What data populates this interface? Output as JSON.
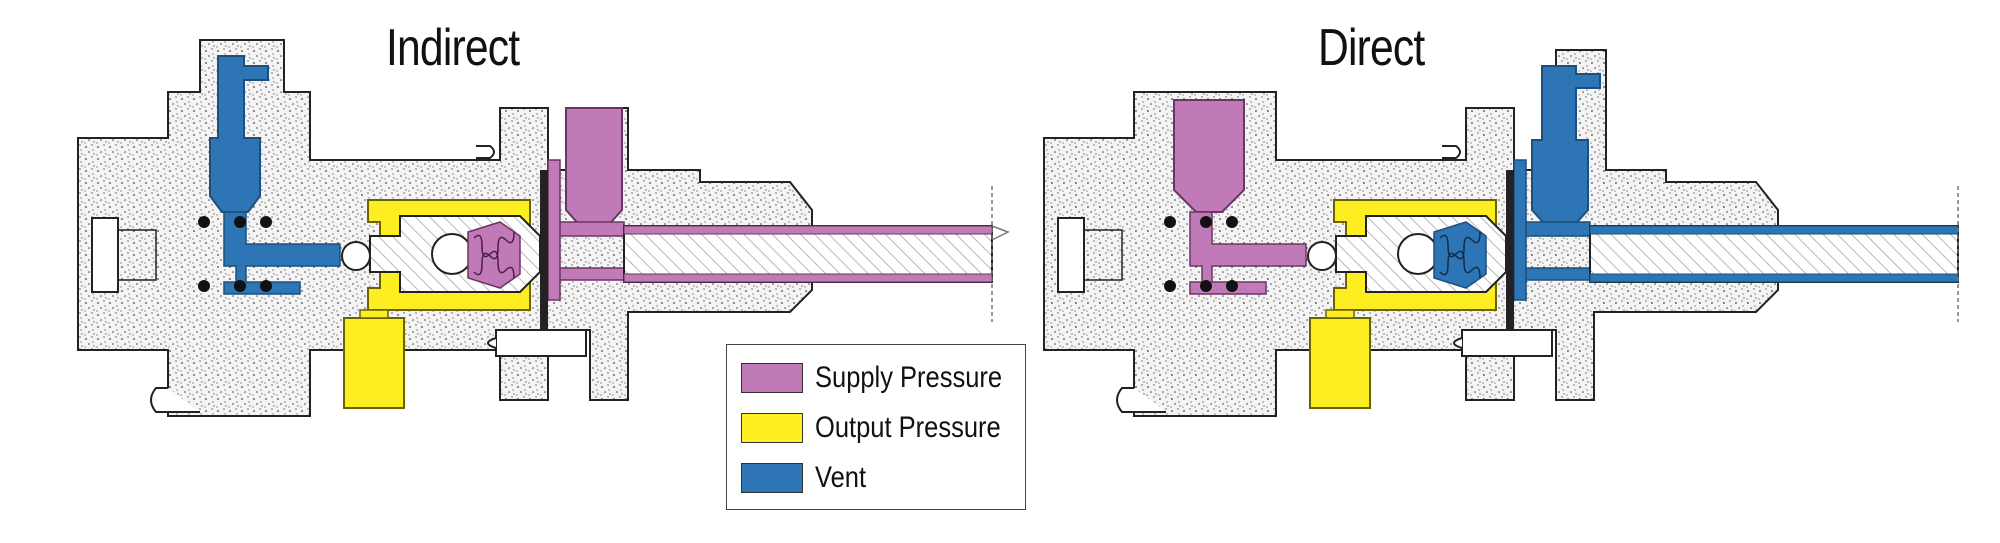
{
  "panels": [
    {
      "id": "indirect",
      "title": "Indirect",
      "supply_side": "right",
      "vent_side": "left"
    },
    {
      "id": "direct",
      "title": "Direct",
      "supply_side": "left",
      "vent_side": "right"
    }
  ],
  "legend": {
    "items": [
      {
        "label": "Supply Pressure",
        "color": "#c07ab8"
      },
      {
        "label": "Output Pressure",
        "color": "#fcee21"
      },
      {
        "label": "Vent",
        "color": "#2e75b6"
      }
    ]
  },
  "colors": {
    "supply": "#c07ab8",
    "output": "#fcee21",
    "vent": "#2e75b6",
    "body": "#f2f2f2",
    "outline": "#222222",
    "hatch": "#9a9a9a"
  }
}
